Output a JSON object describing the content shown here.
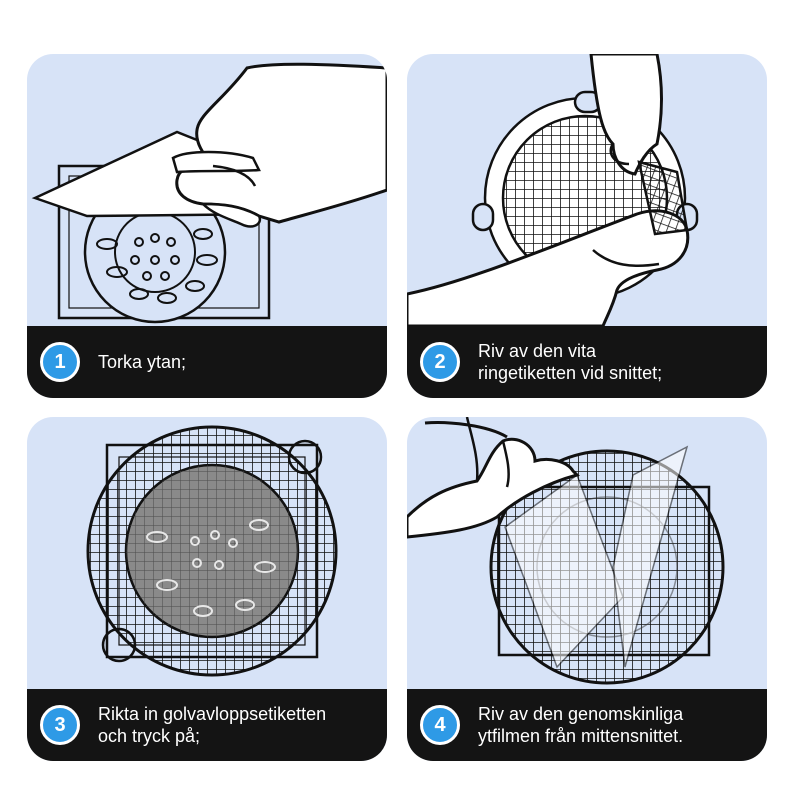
{
  "accent_color": "#2e9ae6",
  "panel_color": "#d7e3f7",
  "caption_bg": "#141414",
  "steps": [
    {
      "number": "1",
      "text": "Torka ytan;",
      "icon": "wiping-hand-icon"
    },
    {
      "number": "2",
      "text": "Riv av den vita\nringetiketten vid snittet;",
      "icon": "peeling-sticker-icon"
    },
    {
      "number": "3",
      "text": "Rikta in golvavloppsetiketten\noch tryck på;",
      "icon": "mesh-on-drain-icon"
    },
    {
      "number": "4",
      "text": "Riv av den genomskinliga\nytfilmen från mittensnittet.",
      "icon": "remove-film-icon"
    }
  ]
}
